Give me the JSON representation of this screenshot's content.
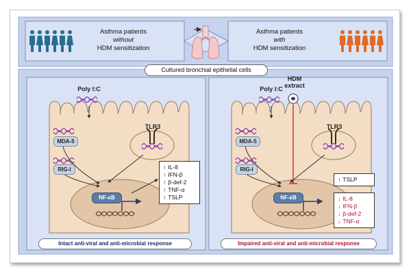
{
  "top": {
    "left_title_line1": "Asthma patients",
    "left_title_line2": "without",
    "left_title_line3": "HDM sensitization",
    "right_title_line1": "Asthma patients",
    "right_title_line2": "with",
    "right_title_line3": "HDM sensitization",
    "center_label": "Cultured bronchial epithelial cells",
    "left_person_color": "#2a6e8f",
    "right_person_color": "#e06a2a"
  },
  "left_panel": {
    "poly": "Poly I:C",
    "mda5": "MDA-5",
    "rigi": "RIG-I",
    "tlr3": "TLR3",
    "nfkb": "NF-κB",
    "markers": [
      {
        "arrow": "↑",
        "text": "IL-8"
      },
      {
        "arrow": "↑",
        "text": "IFN-β"
      },
      {
        "arrow": "↑",
        "text": "β-def-2"
      },
      {
        "arrow": "↑",
        "text": "TNF-α"
      },
      {
        "arrow": "↑",
        "text": "TSLP"
      }
    ],
    "footer": "Intact anti-viral and anti-microbial response",
    "footer_color": "#1a2a6c"
  },
  "right_panel": {
    "poly": "Poly I:C",
    "hdm_line1": "HDM",
    "hdm_line2": "extract",
    "mda5": "MDA-5",
    "rigi": "RIG-I",
    "tlr3": "TLR3",
    "nfkb": "NF-κB",
    "tslp": {
      "arrow": "↑",
      "text": "TSLP"
    },
    "markers": [
      {
        "arrow": "↓",
        "text": "IL-8"
      },
      {
        "arrow": "↓",
        "text": "IFN-β"
      },
      {
        "arrow": "↓",
        "text": "β-def-2"
      },
      {
        "arrow": "↓",
        "text": "TNF-α"
      }
    ],
    "footer": "Impaired anti-viral and anti-microbial response",
    "footer_color": "#b0123a",
    "inhibit_color": "#c4163c"
  }
}
